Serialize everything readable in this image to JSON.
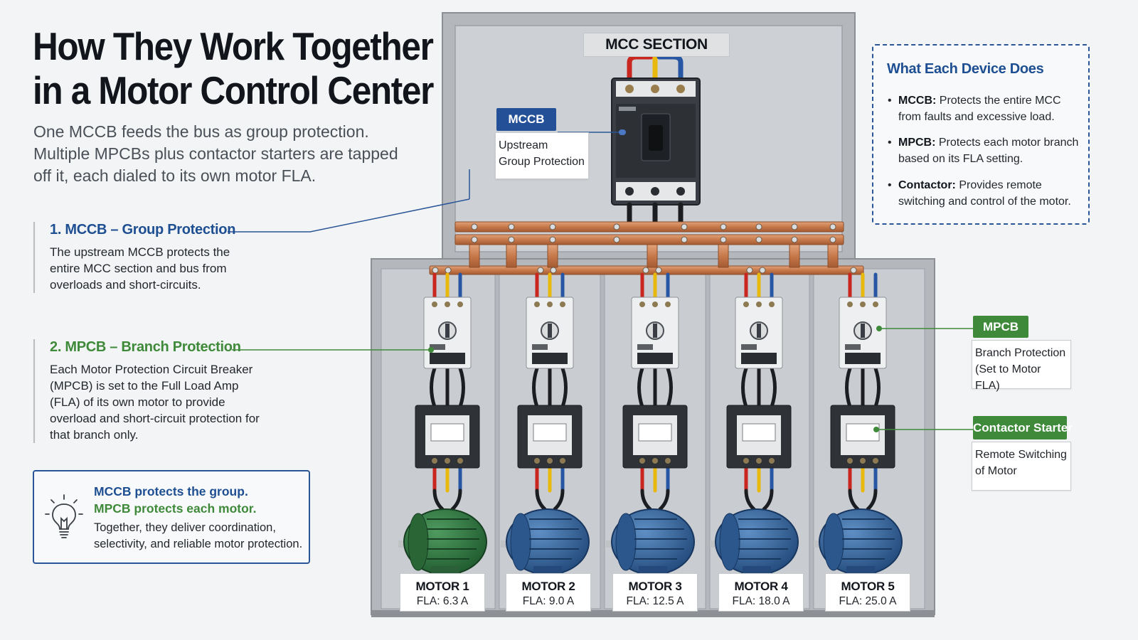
{
  "title": {
    "line1": "How They Work Together",
    "line2": "in a Motor Control Center"
  },
  "subtitle": "One MCCB feeds the bus as group protection. Multiple MPCBs plus contactor starters are tapped off it, each dialed to its own motor FLA.",
  "sections": [
    {
      "heading": "1. MCCB – Group Protection",
      "body": "The upstream MCCB protects the entire MCC section and bus from overloads and short-circuits."
    },
    {
      "heading": "2. MPCB – Branch Protection",
      "body": "Each Motor Protection Circuit Breaker (MPCB) is set to the Full Load Amp (FLA) of its own motor to provide overload and short-circuit protection for that branch only."
    }
  ],
  "tip": {
    "icon": "lightbulb-icon",
    "line1": "MCCB protects the group.",
    "line2": "MPCB protects each motor.",
    "line3": "Together, they deliver coordination, selectivity, and reliable motor protection."
  },
  "info_box": {
    "title": "What Each Device Does",
    "items": [
      {
        "term": "MCCB:",
        "text": " Protects the entire MCC from faults and excessive load."
      },
      {
        "term": "MPCB:",
        "text": " Protects each motor branch based on its FLA setting."
      },
      {
        "term": "Contactor:",
        "text": " Provides remote switching and control of the motor."
      }
    ]
  },
  "panel": {
    "label": "MCC SECTION"
  },
  "callouts": {
    "mccb": {
      "tag": "MCCB",
      "line1": "Upstream",
      "line2": "Group Protection"
    },
    "mpcb": {
      "tag": "MPCB",
      "line1": "Branch Protection",
      "line2": "(Set to Motor FLA)"
    },
    "contactor": {
      "tag": "Contactor Starter",
      "line1": "Remote Switching",
      "line2": "of Motor"
    }
  },
  "motors": [
    {
      "name": "MOTOR 1",
      "fla": "FLA: 6.3 A",
      "color": "#2e6e3c"
    },
    {
      "name": "MOTOR 2",
      "fla": "FLA: 9.0 A",
      "color": "#2f5f95"
    },
    {
      "name": "MOTOR 3",
      "fla": "FLA: 12.5 A",
      "color": "#2f5f95"
    },
    {
      "name": "MOTOR 4",
      "fla": "FLA: 18.0 A",
      "color": "#2f5f95"
    },
    {
      "name": "MOTOR 5",
      "fla": "FLA: 25.0 A",
      "color": "#2f5f95"
    }
  ],
  "colors": {
    "mccb_blue": "#245097",
    "mpcb_green": "#3f8a3a",
    "busbar_copper": "#c7794a"
  }
}
